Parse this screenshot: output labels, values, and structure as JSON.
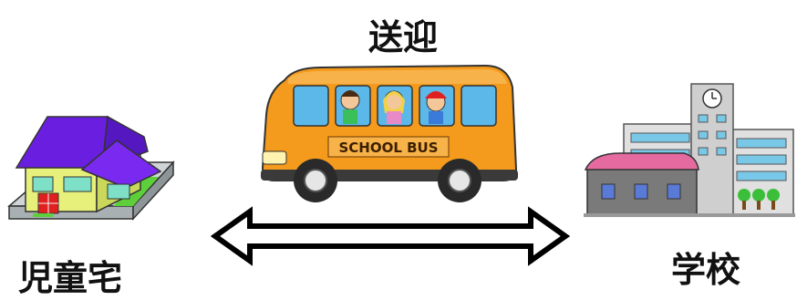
{
  "diagram": {
    "title": "送迎",
    "home_label": "児童宅",
    "school_label": "学校",
    "bus_sign": "SCHOOL BUS"
  },
  "icons": {
    "house": "house-icon",
    "bus": "school-bus-icon",
    "school": "school-building-icon",
    "arrow": "double-headed-arrow-icon"
  },
  "colors": {
    "house_roof": "#6a1fe0",
    "house_wall": "#e6f07a",
    "bus_body": "#f49a1c",
    "school_roof": "#e46aa0",
    "school_wall": "#d8d8d8",
    "arrow": "#000000"
  }
}
